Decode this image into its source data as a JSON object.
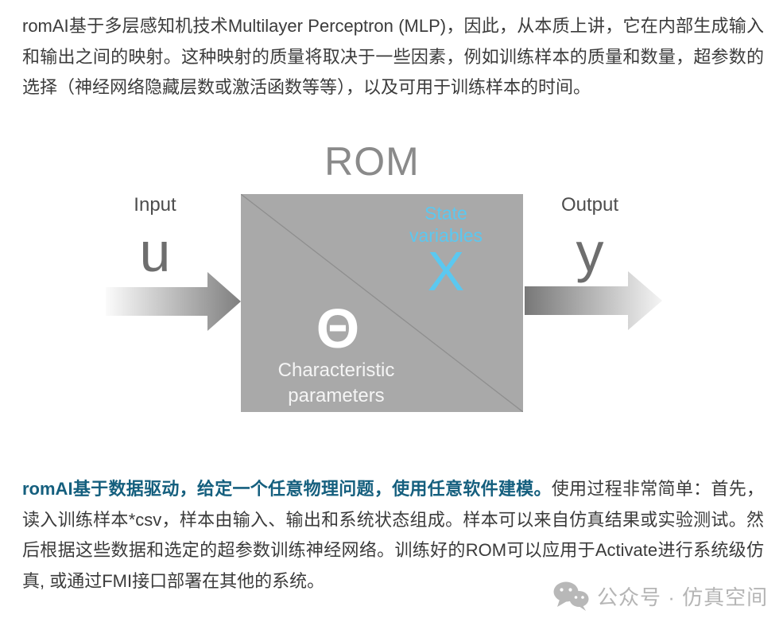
{
  "paragraph1": {
    "text": "romAI基于多层感知机技术Multilayer Perceptron (MLP)，因此，从本质上讲，它在内部生成输入和输出之间的映射。这种映射的质量将取决于一些因素，例如训练样本的质量和数量，超参数的选择（神经网络隐藏层数或激活函数等等），以及可用于训练样本的时间。"
  },
  "diagram": {
    "title": "ROM",
    "input_label": "Input",
    "input_symbol": "u",
    "output_label": "Output",
    "output_symbol": "y",
    "state_variables_label": "State variables",
    "state_symbol": "X",
    "theta_symbol": "Θ",
    "characteristic_label": "Characteristic parameters",
    "colors": {
      "box_gray": "#a9a9a9",
      "state_cyan": "#5bc8f0",
      "label_white": "#ffffff",
      "title_gray": "#8a8a8a"
    }
  },
  "paragraph2": {
    "bold_text": "romAI基于数据驱动，给定一个任意物理问题，使用任意软件建模。",
    "regular_text": "使用过程非常简单：首先，读入训练样本*csv，样本由输入、输出和系统状态组成。样本可以来自仿真结果或实验测试。然后根据这些数据和选定的超参数训练神经网络。训练好的ROM可以应用于Activate进行系统级仿真, 或通过FMI接口部署在其他的系统。",
    "bold_color": "#155f7e"
  },
  "watermark": {
    "icon": "wechat-icon",
    "text": "公众号 · 仿真空间",
    "color": "#b5b5b5"
  }
}
